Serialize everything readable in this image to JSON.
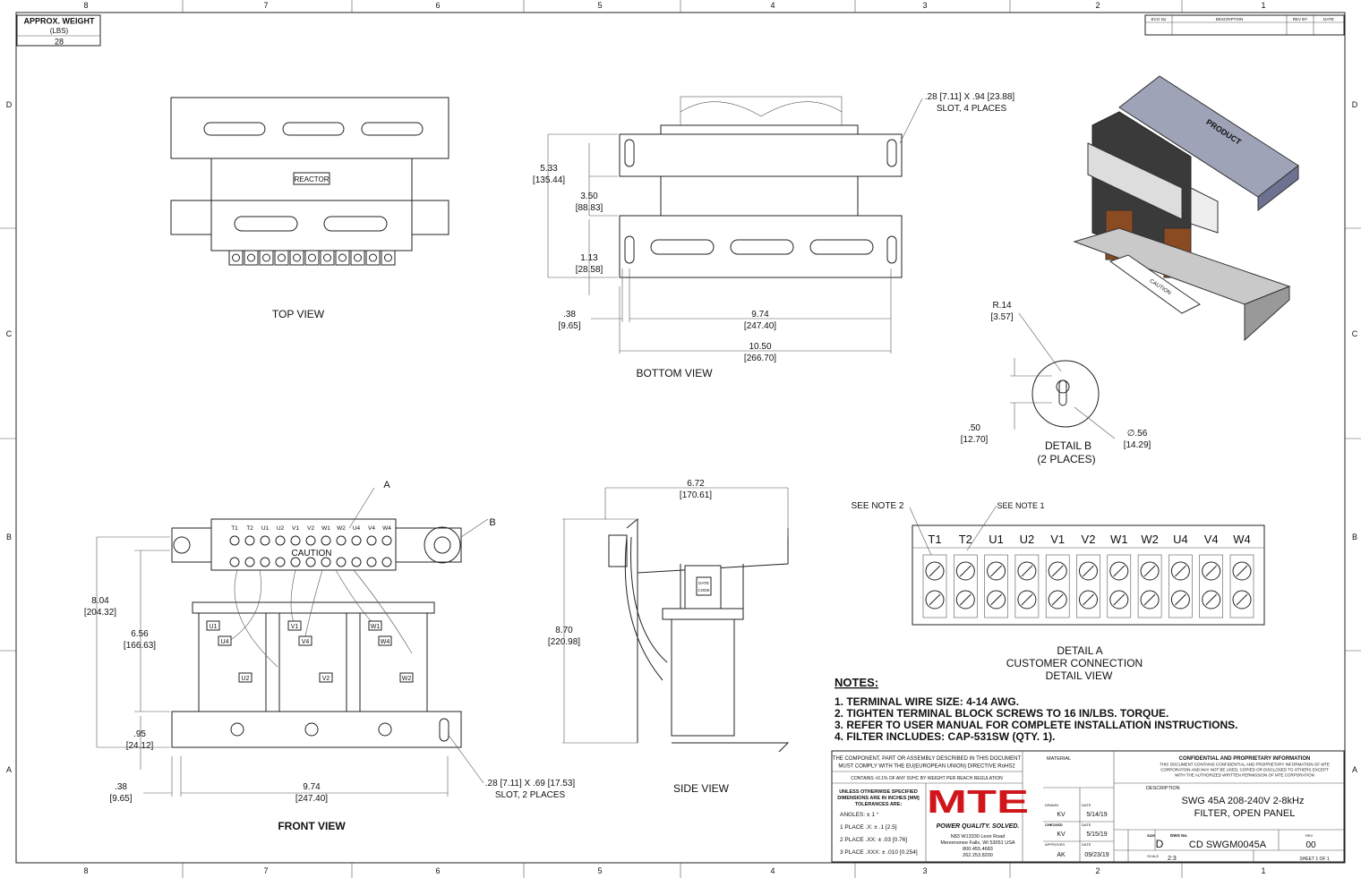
{
  "border": {
    "columns": [
      "8",
      "7",
      "6",
      "5",
      "4",
      "3",
      "2",
      "1"
    ],
    "rows": [
      "D",
      "C",
      "B",
      "A"
    ]
  },
  "weight": {
    "title": "APPROX. WEIGHT",
    "unit": "(LBS)",
    "value": "28"
  },
  "revision_block": {
    "headers": [
      "ECO No",
      "DESCRIPTION",
      "REV BY",
      "DATE"
    ]
  },
  "views": {
    "top": "TOP VIEW",
    "bottom": "BOTTOM VIEW",
    "front": "FRONT VIEW",
    "side": "SIDE VIEW",
    "detail_b": [
      "DETAIL B",
      "(2 PLACES)"
    ],
    "detail_a": [
      "DETAIL A",
      "CUSTOMER CONNECTION",
      "DETAIL VIEW"
    ],
    "callout_a": "A",
    "callout_b": "B",
    "see_note_2": "SEE NOTE 2",
    "see_note_1": "SEE NOTE 1",
    "reactor_label": "REACTOR",
    "caution_label": "CAUTION",
    "product_label": "PRODUCT",
    "date_code": [
      "DATE",
      "CODE"
    ]
  },
  "dims": [
    [
      ".28 [7.11] X .94 [23.88]",
      "SLOT, 4 PLACES"
    ],
    [
      "5.33",
      "[135.44]"
    ],
    [
      "3.50",
      "[88.83]"
    ],
    [
      "1.13",
      "[28.58]"
    ],
    [
      ".38",
      "[9.65]"
    ],
    [
      "9.74",
      "[247.40]"
    ],
    [
      "10.50",
      "[266.70]"
    ],
    [
      "R.14",
      "[3.57]"
    ],
    [
      ".50",
      "[12.70]"
    ],
    [
      "∅.56",
      "[14.29]"
    ],
    [
      "6.72",
      "[170.61]"
    ],
    [
      "8.04",
      "[204.32]"
    ],
    [
      "6.56",
      "[166.63]"
    ],
    [
      ".95",
      "[24.12]"
    ],
    [
      ".38",
      "[9.65]"
    ],
    [
      "9.74",
      "[247.40]"
    ],
    [
      ".28 [7.11] X .69 [17.53]",
      "SLOT, 2 PLACES"
    ],
    [
      "8.70",
      "[220.98]"
    ]
  ],
  "terminals": [
    "T1",
    "T2",
    "U1",
    "U2",
    "V1",
    "V2",
    "W1",
    "W2",
    "U4",
    "V4",
    "W4"
  ],
  "coil_labels": [
    "U1",
    "U4",
    "U2",
    "V1",
    "V4",
    "V2",
    "W1",
    "W4",
    "W2"
  ],
  "notes": {
    "title": "NOTES:",
    "items": [
      "1.  TERMINAL WIRE SIZE: 4-14 AWG.",
      "2.  TIGHTEN TERMINAL BLOCK SCREWS TO 16 IN/LBS. TORQUE.",
      "3.  REFER TO USER MANUAL FOR COMPLETE INSTALLATION INSTRUCTIONS.",
      "4.  FILTER INCLUDES: CAP-531SW (QTY. 1)."
    ]
  },
  "title_block": {
    "rohs": [
      "THE COMPONENT, PART OR ASSEMBLY DESCRIBED IN THIS DOCUMENT",
      "MUST COMPLY WITH THE EU(EUROPEAN UNION) DIRECTIVE RoHS2"
    ],
    "reach": "CONTAINS <0.1% OF ANY SVHC BY WEIGHT PER REACH REGULATION",
    "tolerance_title": [
      "UNLESS OTHERWISE SPECIFIED",
      "DIMENSIONS ARE IN INCHES [MM]",
      "TOLERANCES ARE:"
    ],
    "tolerances": [
      "ANGLES: ± 1 °",
      "1 PLACE .X: ± .1 [2.5]",
      "2 PLACE .XX: ± .03 [0.76]",
      "3 PLACE .XXX: ± .010 [0.254]"
    ],
    "logo": "MTE",
    "tagline": "POWER QUALITY. SOLVED.",
    "address": [
      "N83 W13330 Leon Road",
      "Menomonee Falls, WI 53051 USA",
      "800.455.4683",
      "262.253.8200"
    ],
    "material_label": "MATERIAL",
    "drawn_label": "DRAWN",
    "drawn": "KV",
    "drawn_date": "5/14/19",
    "checked_label": "CHECKED",
    "checked": "KV",
    "checked_date": "5/15/19",
    "approved_label": "APPROVED",
    "approved": "AK",
    "approved_date": "09/23/19",
    "date_label": "DATE",
    "confidential_title": "CONFIDENTIAL AND PROPRIETARY INFORMATION",
    "confidential": [
      "THIS DOCUMENT CONTAINS CONFIDENTIAL AND PROPRIETARY INFORMATION OF MTE",
      "CORPORATION AND MAY NOT BE USED, COPIED OR DISCLOSED TO OTHERS EXCEPT",
      "WITH THE AUTHORIZED WRITTEN PERMISSION OF MTE CORPORATION"
    ],
    "description_label": "DESCRIPTION",
    "description": [
      "SWG 45A 208-240V 2-8kHz",
      "FILTER, OPEN PANEL"
    ],
    "size_label": "SIZE",
    "size": "D",
    "dwg_label": "DWG No.",
    "dwg": "CD SWGM0045A",
    "rev_label": "REV",
    "rev": "00",
    "scale_label": "SCALE",
    "scale": "2:3",
    "sheet": "SHEET 1  OF 1"
  },
  "colors": {
    "logo": "#d0161b",
    "line": "#222222",
    "iso_panel": "#9ea3b8"
  }
}
